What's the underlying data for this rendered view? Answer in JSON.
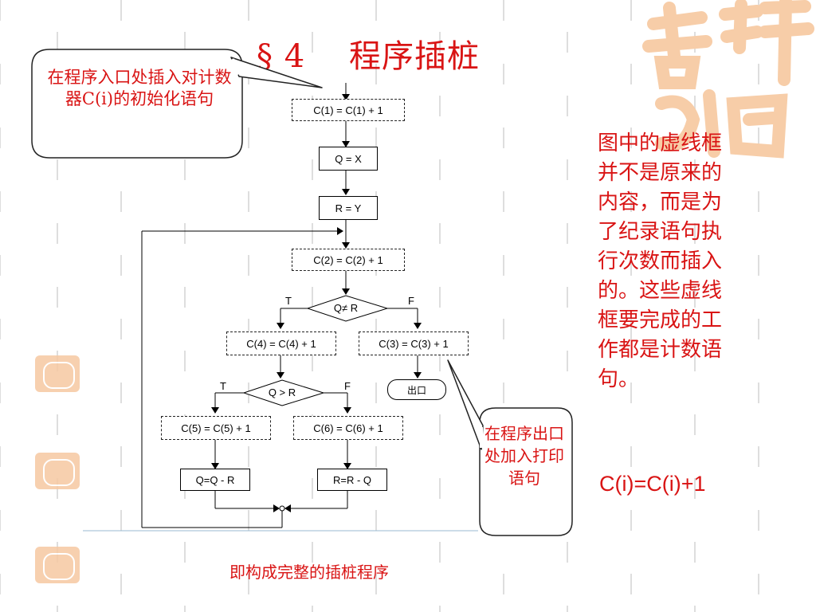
{
  "slide": {
    "title": "§ 4    程序插桩",
    "callout_entry": "在程序入口处插入对计数器C(i)的初始化语句",
    "callout_exit": "在程序出口处加入打印语句",
    "side_note": "图中的虚线框并不是原来的内容，而是为了纪录语句执行次数而插入的。这些虚线框要完成的工作都是计数语句。",
    "formula": "C(i)=C(i)+1",
    "caption": "即构成完整的插桩程序"
  },
  "flowchart": {
    "c1": "C(1) = C(1) + 1",
    "q_assign": "Q = X",
    "r_assign": "R = Y",
    "c2": "C(2) = C(2) + 1",
    "decision1": "Q≠ R",
    "t1": "T",
    "f1": "F",
    "c4": "C(4) = C(4) + 1",
    "c3": "C(3) = C(3) + 1",
    "exit": "出口",
    "decision2": "Q > R",
    "t2": "T",
    "f2": "F",
    "c5": "C(5) = C(5) + 1",
    "c6": "C(6) = C(6) + 1",
    "q_minus": "Q=Q - R",
    "r_minus": "R=R - Q"
  },
  "colors": {
    "text_accent": "#d91414",
    "decoration": "#f6c8a2",
    "background_dash": "#dddddd"
  }
}
